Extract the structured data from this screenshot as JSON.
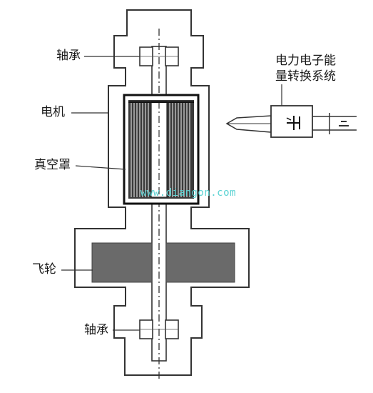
{
  "labels": {
    "bearing_top": "轴承",
    "motor": "电机",
    "vacuum_cover": "真空罩",
    "flywheel": "飞轮",
    "bearing_bottom": "轴承",
    "converter_line1": "电力电子能",
    "converter_line2": "量转换系统"
  },
  "watermark": "www.diangon.com",
  "colors": {
    "line": "#333333",
    "flywheel_fill": "#6a6a6a",
    "motor_dark": "#2a2a2a",
    "watermark": "#5bd3d3"
  }
}
